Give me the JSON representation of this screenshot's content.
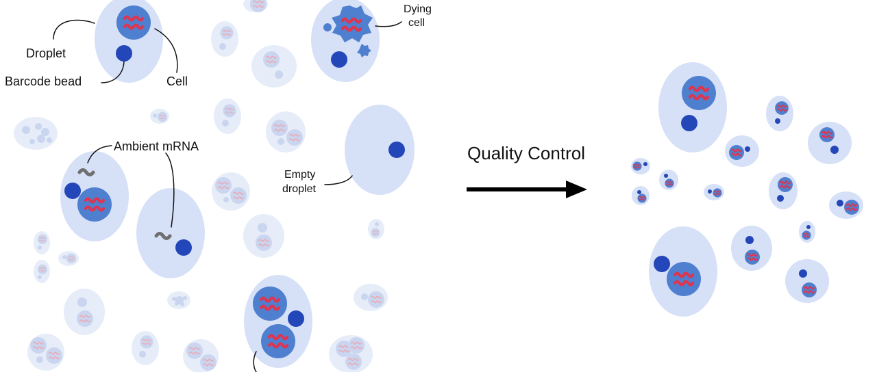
{
  "labels": {
    "droplet": "Droplet",
    "barcode_bead": "Barcode bead",
    "cell": "Cell",
    "dying_cell_line1": "Dying",
    "dying_cell_line2": "cell",
    "ambient_mrna": "Ambient mRNA",
    "empty_droplet_line1": "Empty",
    "empty_droplet_line2": "droplet",
    "process": "Quality Control"
  },
  "colors": {
    "droplet": "#d6e0f7",
    "cell": "#4f7fcf",
    "cell_ring": "#3d6fc6",
    "bead": "#2346b8",
    "mrna": "#e0344e",
    "ambient_mrna": "#6f6f6f",
    "faded_droplet": "#e6edf9",
    "faded_cell": "#cad6ef",
    "faded_mrna": "#e8a3b2",
    "arrow": "#000000"
  }
}
